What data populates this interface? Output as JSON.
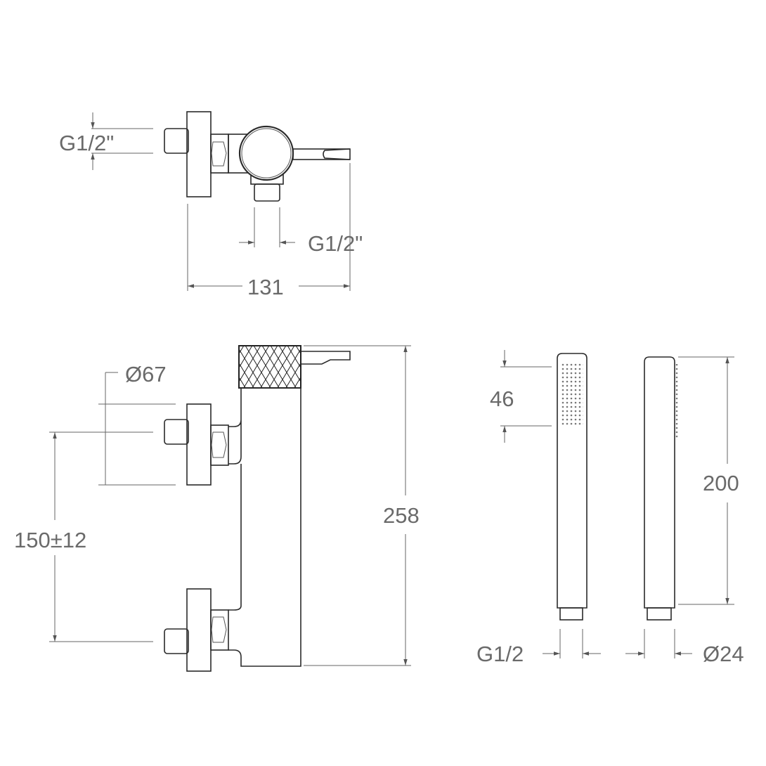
{
  "drawing": {
    "top_view": {
      "inlet_thread_label": "G1/2\"",
      "outlet_thread_label": "G1/2\"",
      "depth_label": "131"
    },
    "front_view": {
      "flange_diameter_label": "Ø67",
      "center_distance_label": "150±12",
      "height_label": "258"
    },
    "hand_shower": {
      "head_length_label": "46",
      "total_length_label": "200",
      "connection_thread_label": "G1/2",
      "diameter_label": "Ø24"
    }
  }
}
